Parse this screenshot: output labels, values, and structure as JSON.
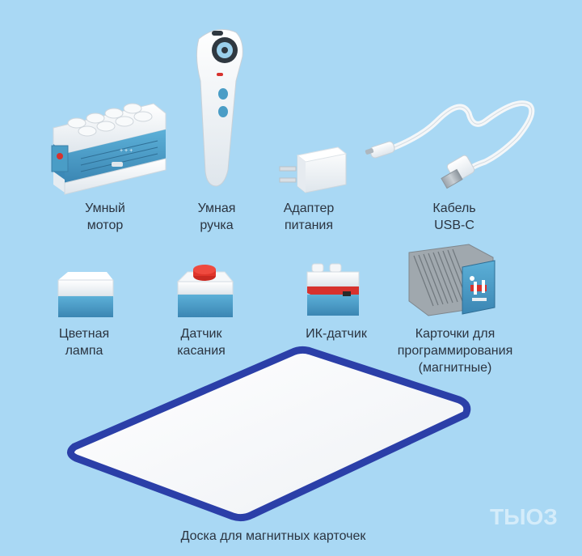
{
  "items": {
    "motor": "Умный\nмотор",
    "pen": "Умная\nручка",
    "adapter": "Адаптер\nпитания",
    "cable": "Кабель\nUSB-C",
    "lamp": "Цветная\nлампа",
    "touch": "Датчик\nкасания",
    "ir": "ИК-датчик",
    "cards": "Карточки для\nпрограммирования\n(магнитные)",
    "board": "Доска для магнитных карточек"
  },
  "watermark": "ТЫОЗ",
  "colors": {
    "background": "#a9d8f4",
    "block_blue": "#4a9dc6",
    "block_white": "#f4f6f8",
    "board_frame": "#2b3fa8",
    "touch_button": "#e0352b",
    "ir_red": "#d7322e"
  }
}
